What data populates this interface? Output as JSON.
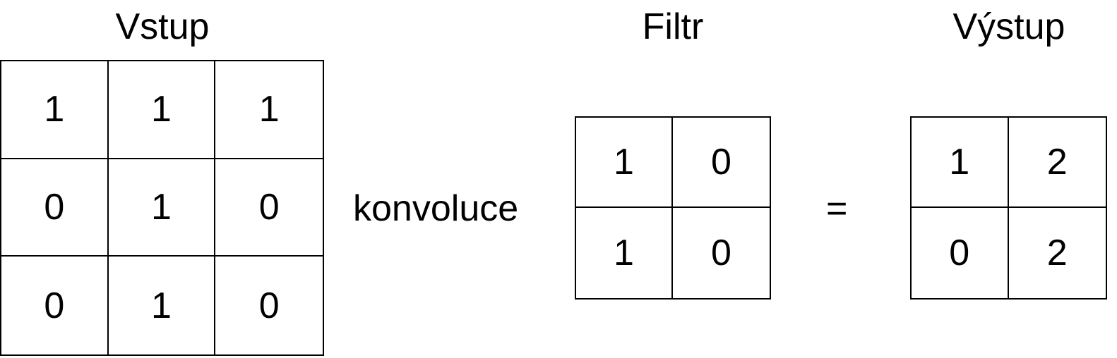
{
  "input": {
    "title": "Vstup",
    "cells": [
      "1",
      "1",
      "1",
      "0",
      "1",
      "0",
      "0",
      "1",
      "0"
    ]
  },
  "operator": "konvoluce",
  "filter": {
    "title": "Filtr",
    "cells": [
      "1",
      "0",
      "1",
      "0"
    ]
  },
  "equals": "=",
  "output": {
    "title": "Výstup",
    "cells": [
      "1",
      "2",
      "0",
      "2"
    ]
  }
}
